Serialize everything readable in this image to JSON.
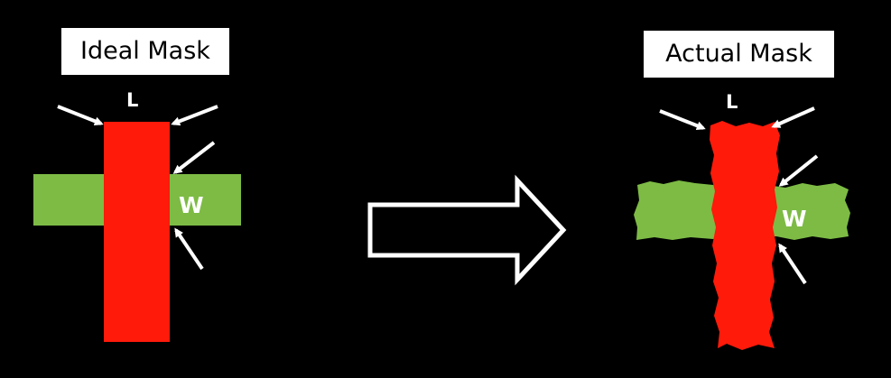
{
  "ideal": {
    "title": "Ideal Mask",
    "length_label": "L",
    "width_label": "W"
  },
  "actual": {
    "title": "Actual Mask",
    "length_label": "L",
    "width_label": "W"
  },
  "colors": {
    "background": "#000000",
    "mask_red": "#ff1a0a",
    "mask_green": "#7dbb45",
    "arrow": "#ffffff"
  }
}
